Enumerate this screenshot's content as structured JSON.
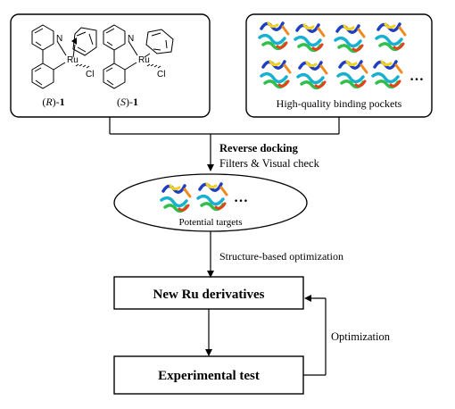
{
  "compounds": [
    {
      "label_prefix": "(",
      "label_stereo": "R",
      "label_suffix": ")-",
      "label_number": "1"
    },
    {
      "label_prefix": "(",
      "label_stereo": "S",
      "label_suffix": ")-",
      "label_number": "1"
    }
  ],
  "atoms": {
    "nitrogen": "N",
    "ruthenium": "Ru",
    "chlorine": "Cl"
  },
  "pockets_caption": "High-quality binding pockets",
  "ellipsis": "…",
  "step1": {
    "title": "Reverse docking",
    "subtitle": "Filters & Visual check"
  },
  "targets_caption": "Potential targets",
  "step2": {
    "label": "Structure-based optimization"
  },
  "box_derivatives": "New Ru derivatives",
  "box_test": "Experimental test",
  "loop_label": "Optimization"
}
